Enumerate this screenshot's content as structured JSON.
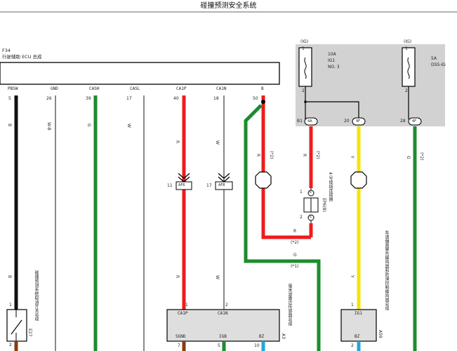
{
  "header": {
    "title": "碰撞预测安全系统"
  },
  "ecu": {
    "code": "F34",
    "name": "行驶辅助 ECU 总成"
  },
  "ecu_pins": [
    {
      "name": "PBSW",
      "num": "5"
    },
    {
      "name": "GND",
      "num": "26"
    },
    {
      "name": "CASH",
      "num": "39"
    },
    {
      "name": "CASL",
      "num": "17"
    },
    {
      "name": "CA1P",
      "num": "40"
    },
    {
      "name": "CA1N",
      "num": "18"
    },
    {
      "name": "B",
      "num": "50"
    }
  ],
  "fuse_box": {
    "fuse1": {
      "supply": "(IG)",
      "rating": "10A",
      "name": "IG1",
      "no": "NO. 3",
      "pin_top": "1",
      "pin_bottom": "2"
    },
    "fuse2": {
      "supply": "(IG)",
      "rating": "5A",
      "name": "DSS-IG",
      "pin_top": "1",
      "pin_bottom": "2"
    },
    "connectors": [
      {
        "pin": "B1",
        "id": "4A"
      },
      {
        "pin": "20",
        "id": "4F"
      },
      {
        "pin": "28",
        "id": "4F"
      }
    ]
  },
  "wire_codes": {
    "black": "B",
    "white": "W-B",
    "green": "G",
    "pink": "W",
    "red_left": "R",
    "blue_mid": "W",
    "red_center": "R",
    "red_center_note": "(*2)",
    "red_right": "R",
    "red_right_note": "(*2)",
    "yellow": "Y",
    "green_right": "G",
    "green_right_note": "(*2)",
    "red_bottom": "R",
    "red_bottom_note": "(*2)",
    "green_bottom": "G",
    "green_bottom_note": "(*1)",
    "black_lower": "B",
    "red_lower": "R",
    "pink_lower": "W",
    "yellow_lower": "Y"
  },
  "splices": [
    {
      "pin": "11",
      "id": "AF6"
    },
    {
      "pin": "17",
      "id": "AF8"
    }
  ],
  "junction": {
    "code": "EP6(B)",
    "name": "4 号接线连接器",
    "pin1": "1",
    "pin2": "2",
    "label1": "E",
    "label2": "E"
  },
  "switch_device": {
    "code": "E27",
    "name": "碰撞预测系统取消开关总成",
    "pin_top": "1",
    "pin_bottom": "2"
  },
  "radar": {
    "code": "A3",
    "name": "毫米波雷达传感器总成",
    "pins_top": [
      {
        "num": "1",
        "name": "CA1P"
      },
      {
        "num": "2",
        "name": "CA1N"
      }
    ],
    "pins_bottom": [
      {
        "num": "7",
        "name": "SGND"
      },
      {
        "num": "5",
        "name": "IGB"
      },
      {
        "num": "10",
        "name": "BZ"
      }
    ]
  },
  "lane_ecu": {
    "code": "A59",
    "name": "车道偏离警告蜂鸣器和防滑控制蜂鸣器总成",
    "pin_top": "1",
    "pin_top_name": "IG1",
    "pin_bottom": "2",
    "pin_bottom_name": "BZ"
  },
  "colors": {
    "black": "#111111",
    "green": "#1c8c2e",
    "red": "#ee1c1c",
    "yellow": "#f7e400",
    "blue": "#27a4d8",
    "brown": "#8a3b12",
    "fuse_box_bg": "#d2d2d2",
    "ecu_fill": "#ffffff",
    "radar_fill": "#dedede"
  }
}
